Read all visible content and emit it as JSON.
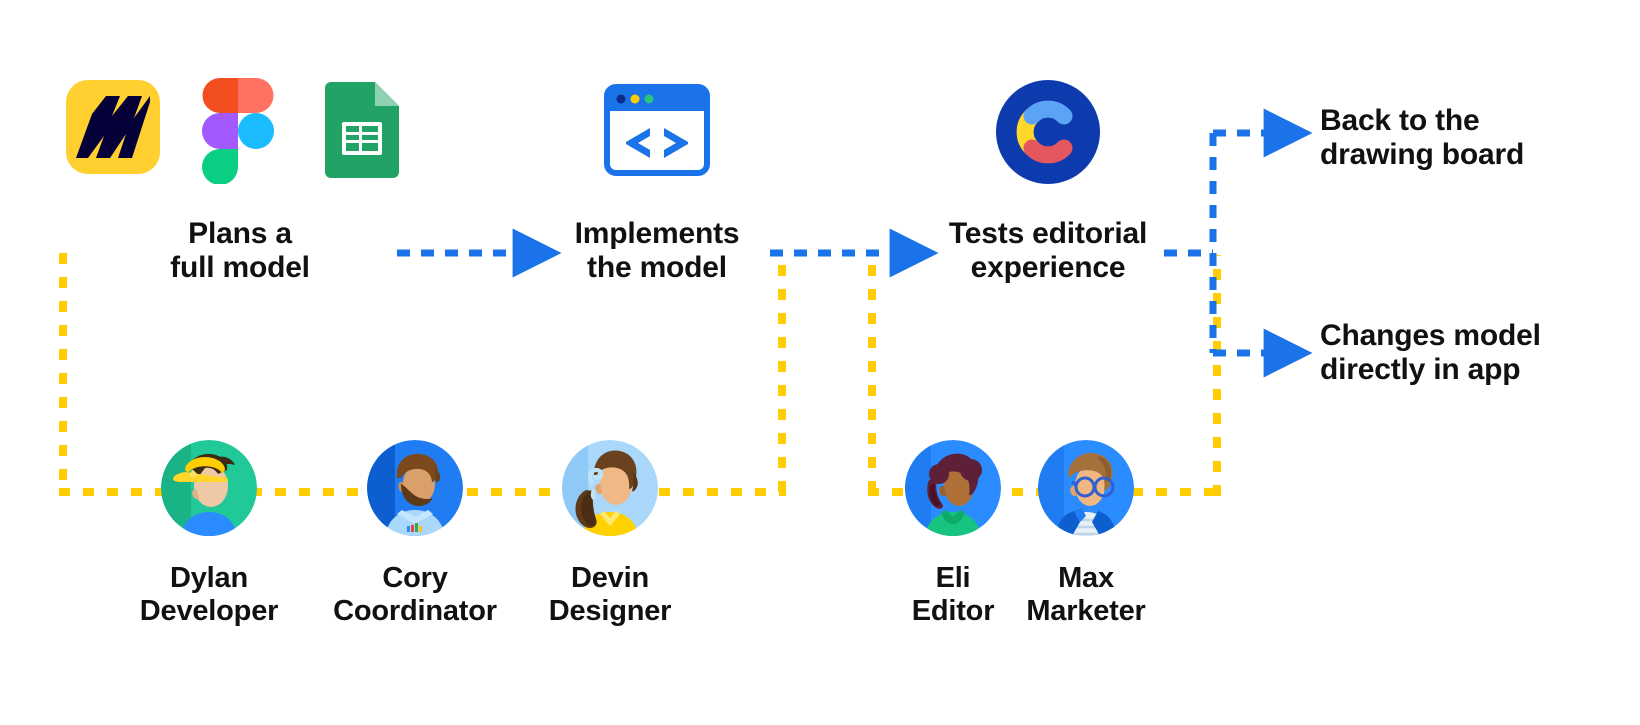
{
  "diagram": {
    "title": "Content modeling workflow with roles and tools",
    "colors": {
      "blue_arrow": "#1A73E8",
      "yellow_line": "#FFCD00",
      "text": "#111111",
      "miro_yellow": "#FFD02F",
      "miro_navy": "#050038",
      "sheets_green": "#21A366",
      "contentful_navy": "#0D3AAD"
    },
    "tool_logos": [
      {
        "name": "Miro",
        "icon": "miro-logo"
      },
      {
        "name": "Figma",
        "icon": "figma-logo"
      },
      {
        "name": "Google Sheets",
        "icon": "google-sheets-logo"
      },
      {
        "name": "Code editor",
        "icon": "code-window-icon"
      },
      {
        "name": "Contentful",
        "icon": "contentful-logo"
      }
    ],
    "stages": [
      {
        "id": "plans",
        "label": "Plans a\nfull model"
      },
      {
        "id": "implements",
        "label": "Implements\nthe model"
      },
      {
        "id": "tests",
        "label": "Tests editorial\nexperience"
      }
    ],
    "outcomes": [
      {
        "id": "back",
        "label": "Back to the\ndrawing board"
      },
      {
        "id": "changes",
        "label": "Changes model\ndirectly in app"
      }
    ],
    "people": [
      {
        "id": "dylan",
        "name": "Dylan\nDeveloper",
        "avatar": "avatar-dylan"
      },
      {
        "id": "cory",
        "name": "Cory\nCoordinator",
        "avatar": "avatar-cory"
      },
      {
        "id": "devin",
        "name": "Devin\nDesigner",
        "avatar": "avatar-devin"
      },
      {
        "id": "eli",
        "name": "Eli\nEditor",
        "avatar": "avatar-eli"
      },
      {
        "id": "max",
        "name": "Max\nMarketer",
        "avatar": "avatar-max"
      }
    ]
  }
}
